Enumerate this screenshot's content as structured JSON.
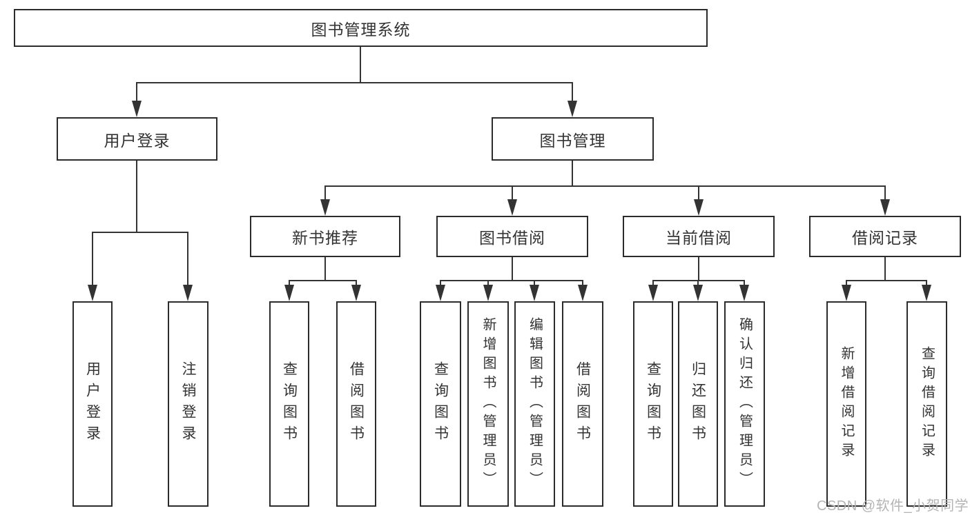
{
  "tree": {
    "root_label": "图书管理系统",
    "branches": [
      {
        "label": "用户登录",
        "leaves": [
          "用户登录",
          "注销登录"
        ]
      },
      {
        "label": "图书管理",
        "groups": [
          {
            "label": "新书推荐",
            "leaves": [
              "查询图书",
              "借阅图书"
            ]
          },
          {
            "label": "图书借阅",
            "leaves": [
              "查询图书",
              "新增图书（管理员）",
              "编辑图书（管理员）",
              "借阅图书"
            ]
          },
          {
            "label": "当前借阅",
            "leaves": [
              "查询图书",
              "归还图书",
              "确认归还（管理员）"
            ]
          },
          {
            "label": "借阅记录",
            "leaves": [
              "新增借阅记录",
              "查询借阅记录"
            ]
          }
        ]
      }
    ]
  },
  "watermark": "CSDN @软件_小贺同学",
  "colors": {
    "line": "#333333",
    "border": "#2b2b2b",
    "text": "#333333",
    "watermark": "#b4b4b4"
  }
}
